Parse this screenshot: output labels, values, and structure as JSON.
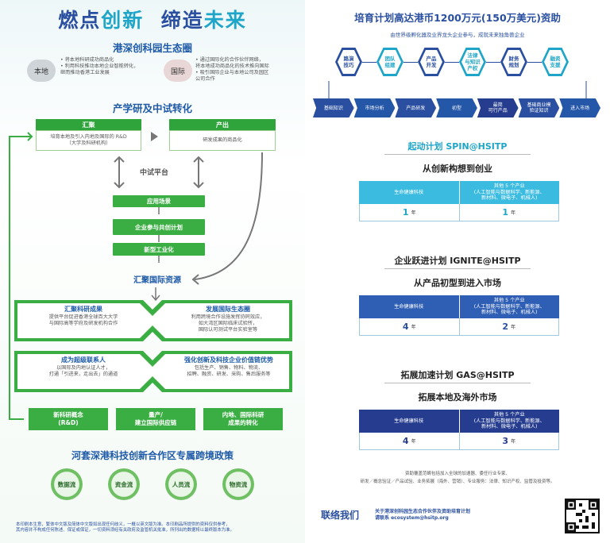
{
  "left": {
    "hero": {
      "part1": "燃点",
      "part2": "创新",
      "part3": "缔造",
      "part4": "未来"
    },
    "ecosystem": {
      "title": "港深创科园生态圈",
      "local_label": "本地",
      "local_text": [
        "• 将本地科研成功商品化",
        "• 利用科技推动本地企业智能转化，",
        "  继而推动香港工业发展"
      ],
      "intl_label": "国际",
      "intl_text": [
        "• 通过国际化的合作伙伴网络，",
        "  将本地成功商品化的技术推向国际",
        "• 吸引国际企业与本地公司及园区",
        "  公司合作"
      ]
    },
    "transform": {
      "title": "产学研及中试转化",
      "gather_label": "汇聚",
      "gather_text": [
        "培育本地及引入内地及国际的 R&D",
        "（大学及科研机构）"
      ],
      "output_label": "产出",
      "output_text": "研发成果的商品化",
      "pilot_label": "中试平台",
      "steps": [
        "应用场景",
        "企业参与共创计划",
        "新型工业化"
      ],
      "intl_resources": "汇聚国际资源"
    },
    "cross": {
      "tl_title": "汇聚科研成果",
      "tl_text": [
        "提供平台促进香港全球百大大学",
        "与国际高等学府及研发机构合作"
      ],
      "tr_title": "发展国际生态圈",
      "tr_text": [
        "利用跨境合作设施发挥协同效应，",
        "如大湾区国际临床试验所，",
        "国际认可测试平台实验室等"
      ],
      "bl_title": "成为超级联系人",
      "bl_text": [
        "以国际及内地认证人才，",
        "打通「引进来，走出去」的通道"
      ],
      "br_title": "强化创新及科技企业价值链优势",
      "br_text": [
        "包括生产、销售、物料、物流、",
        "招聘、融资、研发、采购、售后服务等"
      ]
    },
    "outputs": [
      {
        "l1": "新科研概念",
        "l2": "(R&D)"
      },
      {
        "l1": "量产/",
        "l2": "建立国际供应链"
      },
      {
        "l1": "内地、国际科研",
        "l2": "成果的转化"
      }
    ],
    "policy": {
      "title": "河套深港科技创新合作区专属跨境政策",
      "flows": [
        "数据流",
        "资金流",
        "人员流",
        "物资流"
      ]
    },
    "footer": [
      "本印刷本生意，繁体中文版及简体中文版如出现任何歧义，一概以英文版为准。本印刷品所提供的资料仅供参考，",
      "其内容并不构成任何陈述、保证或保证，一切资料须经有关政府及监管机关批准，所列出的数据将以最终版本为准。"
    ]
  },
  "right": {
    "title": "培育计划高达港币1200万元(150万美元)资助",
    "subtitle": "由世界级孵化器及业界龙头企业参与，成就未来独角兽企业",
    "hexes": [
      {
        "text": "路演\n技巧",
        "color": "#2a4fa0"
      },
      {
        "text": "团队\n组建",
        "color": "#1ea5c8"
      },
      {
        "text": "产品\n开发",
        "color": "#2a4fa0"
      },
      {
        "text": "法律\n与知识\n产权",
        "color": "#1ea5c8"
      },
      {
        "text": "财务\n规划",
        "color": "#2a4fa0"
      },
      {
        "text": "融资\n支援",
        "color": "#1ea5c8"
      }
    ],
    "stages": [
      "基础知识",
      "市场分析",
      "产品研发",
      "初型",
      "最简\n可行产品",
      "基础商业模\n验证知识",
      "进入市场"
    ],
    "programs": [
      {
        "name": "起动计划  SPIN@HSITP",
        "tagline": "从创新构想到创业",
        "col1_head": "生命健康科技",
        "col2_head": "其他 5 个产业\n(人工智能与数据科学、新能源、\n新材料、微电子、机械人)",
        "col1_val": "1",
        "col2_val": "1",
        "unit": "年",
        "title_color": "#1ea5c8",
        "head_color": "#3bbbe0",
        "val_color": "#1ea5c8"
      },
      {
        "name": "企业跃进计划  IGNITE@HSITP",
        "tagline": "从产品初型到进入市场",
        "col1_head": "生命健康科技",
        "col2_head": "其他 5 个产业\n(人工智能与数据科学、新能源、\n新材料、微电子、机械人)",
        "col1_val": "4",
        "col2_val": "2",
        "unit": "年",
        "title_color": "#222222",
        "head_color": "#2f5fb4",
        "val_color": "#2a4fa0"
      },
      {
        "name": "拓展加速计划  GAS@HSITP",
        "tagline": "拓展本地及海外市场",
        "col1_head": "生命健康科技",
        "col2_head": "其他 5 个产业\n(人工智能与数据科学、新能源、\n新材料、微电子、机械人)",
        "col1_val": "4",
        "col2_val": "3",
        "unit": "年",
        "title_color": "#222222",
        "head_color": "#263d8f",
        "val_color": "#263d8f"
      }
    ],
    "note1": "资助覆盖范畴包括加入全球的加速器、委任行业专家、",
    "note2": "研发／概念验证／产品试验、业务拓展（海外、营销）、专业服务：法律、知识产权、监管及投资等。",
    "contact_label": "联络我们",
    "contact_line1": "关于港深创科园生态合作伙伴及资助培育计划",
    "contact_line2": "请联系  ecosystem@hsitp.org"
  }
}
